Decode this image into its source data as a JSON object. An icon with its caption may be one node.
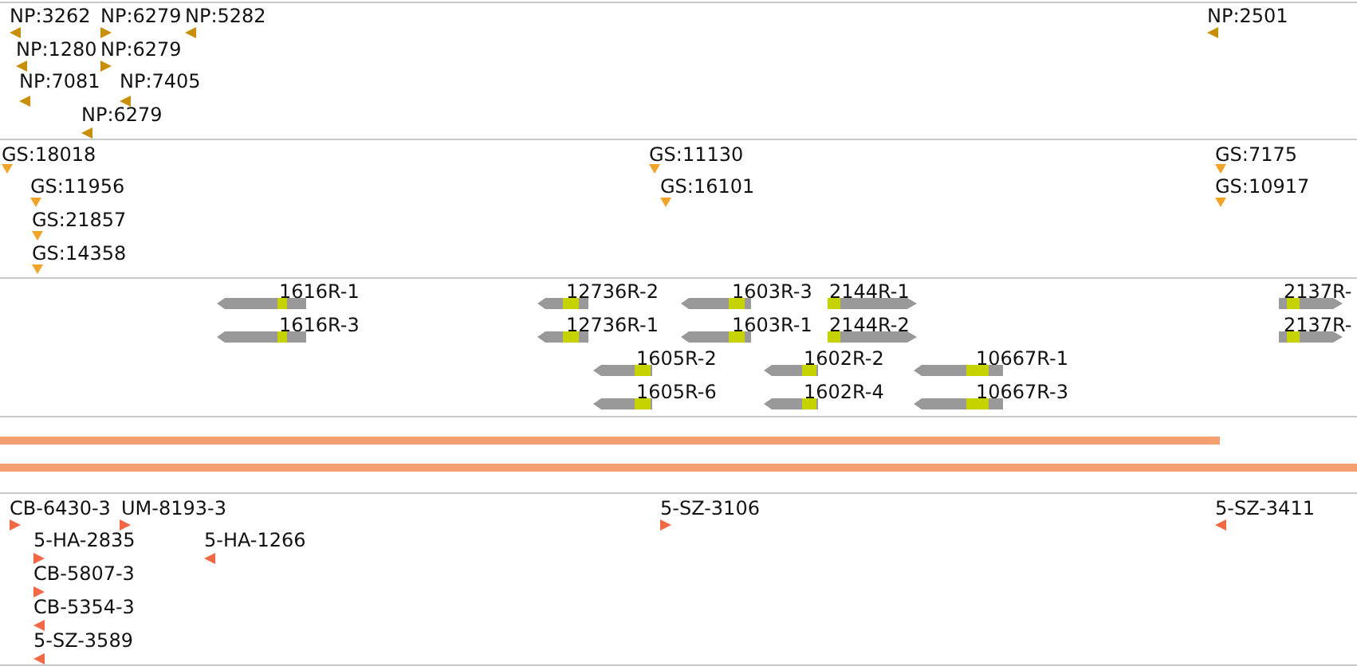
{
  "diagram": {
    "labels": [
      "NP:3262",
      "NP:6279",
      "NP:5282",
      "NP:2501",
      "NP:1280",
      "NP:6279",
      "NP:7081",
      "NP:7405",
      "NP:6279",
      "GS:18018",
      "GS:11130",
      "GS:7175",
      "GS:11956",
      "GS:16101",
      "GS:10917",
      "GS:21857",
      "GS:14358",
      "1616R-1",
      "12736R-2",
      "1603R-3",
      "2144R-1",
      "2137R-",
      "1616R-3",
      "12736R-1",
      "1603R-1",
      "2144R-2",
      "2137R-",
      "1605R-2",
      "1602R-2",
      "10667R-1",
      "1605R-6",
      "1602R-4",
      "10667R-3",
      "CB-6430-3",
      "UM-8193-3",
      "5-SZ-3106",
      "5-SZ-3411",
      "5-HA-2835",
      "5-HA-1266",
      "CB-5807-3",
      "CB-5354-3",
      "5-SZ-3589"
    ]
  }
}
